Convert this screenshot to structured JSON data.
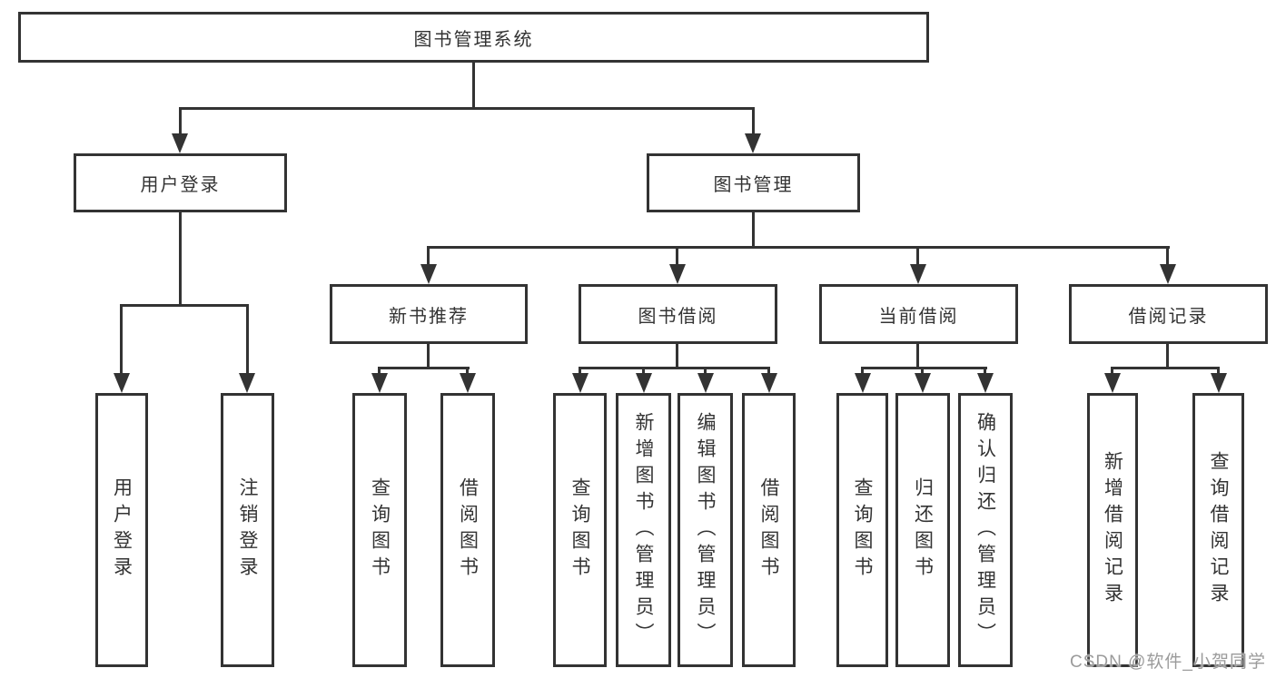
{
  "tree": {
    "root": {
      "label": "图书管理系统"
    },
    "children": [
      {
        "label": "用户登录",
        "children": [
          {
            "label": "用户登录"
          },
          {
            "label": "注销登录"
          }
        ]
      },
      {
        "label": "图书管理",
        "children": [
          {
            "label": "新书推荐",
            "children": [
              {
                "label": "查询图书"
              },
              {
                "label": "借阅图书"
              }
            ]
          },
          {
            "label": "图书借阅",
            "children": [
              {
                "label": "查询图书"
              },
              {
                "label": "新增图书（管理员）"
              },
              {
                "label": "编辑图书（管理员）"
              },
              {
                "label": "借阅图书"
              }
            ]
          },
          {
            "label": "当前借阅",
            "children": [
              {
                "label": "查询图书"
              },
              {
                "label": "归还图书"
              },
              {
                "label": "确认归还（管理员）"
              }
            ]
          },
          {
            "label": "借阅记录",
            "children": [
              {
                "label": "新增借阅记录"
              },
              {
                "label": "查询借阅记录"
              }
            ]
          }
        ]
      }
    ]
  },
  "watermark": {
    "text": "CSDN @软件_小贺同学"
  },
  "colors": {
    "line": "#333333",
    "node_border": "#333333",
    "text": "#333333",
    "background": "#ffffff",
    "watermark": "#9b9b9b"
  }
}
